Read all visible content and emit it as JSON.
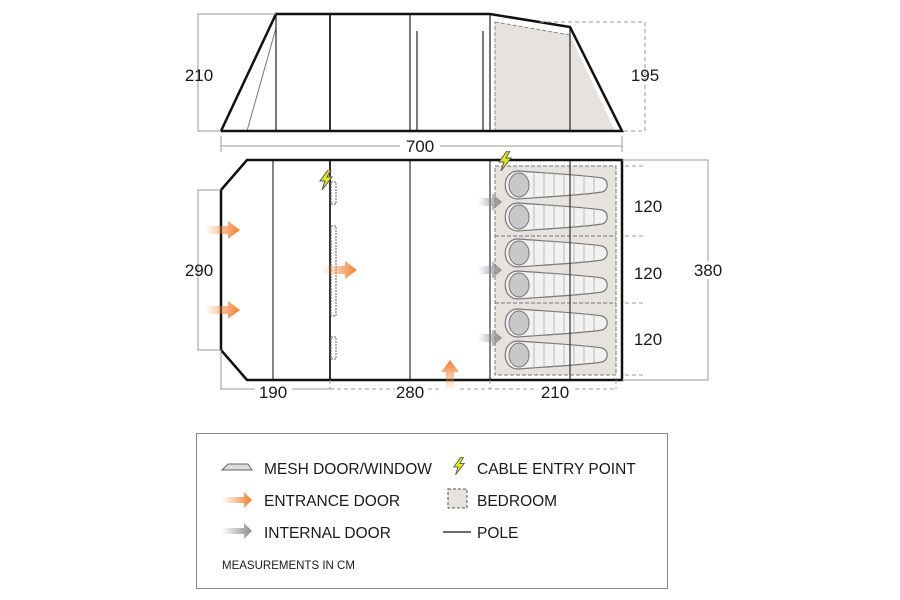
{
  "side_view": {
    "height_left": "210",
    "height_right": "195",
    "length": "700"
  },
  "floor_plan": {
    "width_front": "290",
    "width_total": "380",
    "bedroom_widths": [
      "120",
      "120",
      "120"
    ],
    "section_lengths": [
      "190",
      "280",
      "210"
    ]
  },
  "legend": {
    "mesh": "MESH DOOR/WINDOW",
    "cable": "CABLE ENTRY POINT",
    "entrance": "ENTRANCE DOOR",
    "bedroom": "BEDROOM",
    "internal": "INTERNAL DOOR",
    "pole": "POLE",
    "note": "MEASUREMENTS IN CM"
  },
  "colors": {
    "entrance": "#f07f2e",
    "internal": "#8a8c90",
    "bedroom": "#e6e3df",
    "cable": "#e6ea1f"
  }
}
